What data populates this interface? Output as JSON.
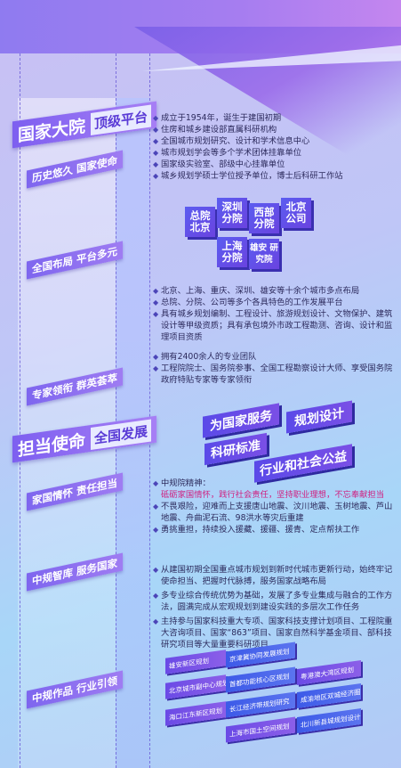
{
  "sections": {
    "national": {
      "title": "国家大院",
      "sub": "顶级平台"
    },
    "mission": {
      "title": "担当使命",
      "sub": "全国发展"
    }
  },
  "labels": {
    "history": "历史悠久 国家使命",
    "layout": "全国布局 平台多元",
    "leaders": "专家领衔 群英荟萃",
    "care": "家国情怀 责任担当",
    "think": "中规智库 服务国家",
    "works": "中规作品 行业引领"
  },
  "history": [
    "成立于1954年，诞生于建国初期",
    "住房和城乡建设部直属科研机构",
    "全国城市规划研究、设计和学术信息中心",
    "城市规划学会等多个学术团体挂靠单位",
    "国家级实验室、部级中心挂靠单位",
    "城乡规划学硕士学位授予单位，博士后科研工作站"
  ],
  "branches": [
    "总院 北京",
    "深圳 分院",
    "西部 分院",
    "北京 公司",
    "上海 分院",
    "雄安 研究院"
  ],
  "layout": [
    "北京、上海、重庆、深圳、雄安等十余个城市多点布局",
    "总院、分院、公司等多个各具特色的工作发展平台",
    "具有城乡规划编制、工程设计、旅游规划设计、文物保护、建筑设计等甲级资质；具有承包境外市政工程勘测、咨询、设计和监理项目资质"
  ],
  "leaders": [
    "拥有2400余人的专业团队",
    "工程院院士、国务院参事、全国工程勘察设计大师、享受国务院政府特贴专家等专家领衔"
  ],
  "values": [
    "为国家服务",
    "规划设计",
    "科研标准",
    "行业和社会公益"
  ],
  "care": {
    "spirit_label": "中规院精神：",
    "spirit": "砥砺家国情怀，践行社会责任，坚持职业理想，不忘奉献担当",
    "items": [
      "不畏艰险，迎难而上支援唐山地震、汶川地震、玉树地震、芦山地震、舟曲泥石流、98洪水等灾后重建",
      "勇挑重担，持续投入援藏、援疆、援青、定点帮扶工作"
    ]
  },
  "think": [
    "从建国初期全国重点城市规划到新时代城市更新行动，始终牢记使命担当、把握时代脉搏，服务国家战略布局",
    "多专业综合传统优势为基础，发展了多专业集成与融合的工作方法，圆满完成从宏观规划到建设实践的多层次工作任务",
    "主持参与国家科技重大专项、国家科技支撑计划项目、工程院重大咨询项目、国家“863”项目、国家自然科学基金项目、部科技研究项目等大量重要科研项目"
  ],
  "works": [
    "雄安新区规划",
    "京津冀协同发展规划",
    "北京城市副中心规划",
    "首都功能核心区规划",
    "粤港澳大湾区规划",
    "成渝地区双城经济圈",
    "海口江东新区规划",
    "长江经济带规划研究",
    "上海市国土空间规划",
    "北川新县城规划设计"
  ]
}
